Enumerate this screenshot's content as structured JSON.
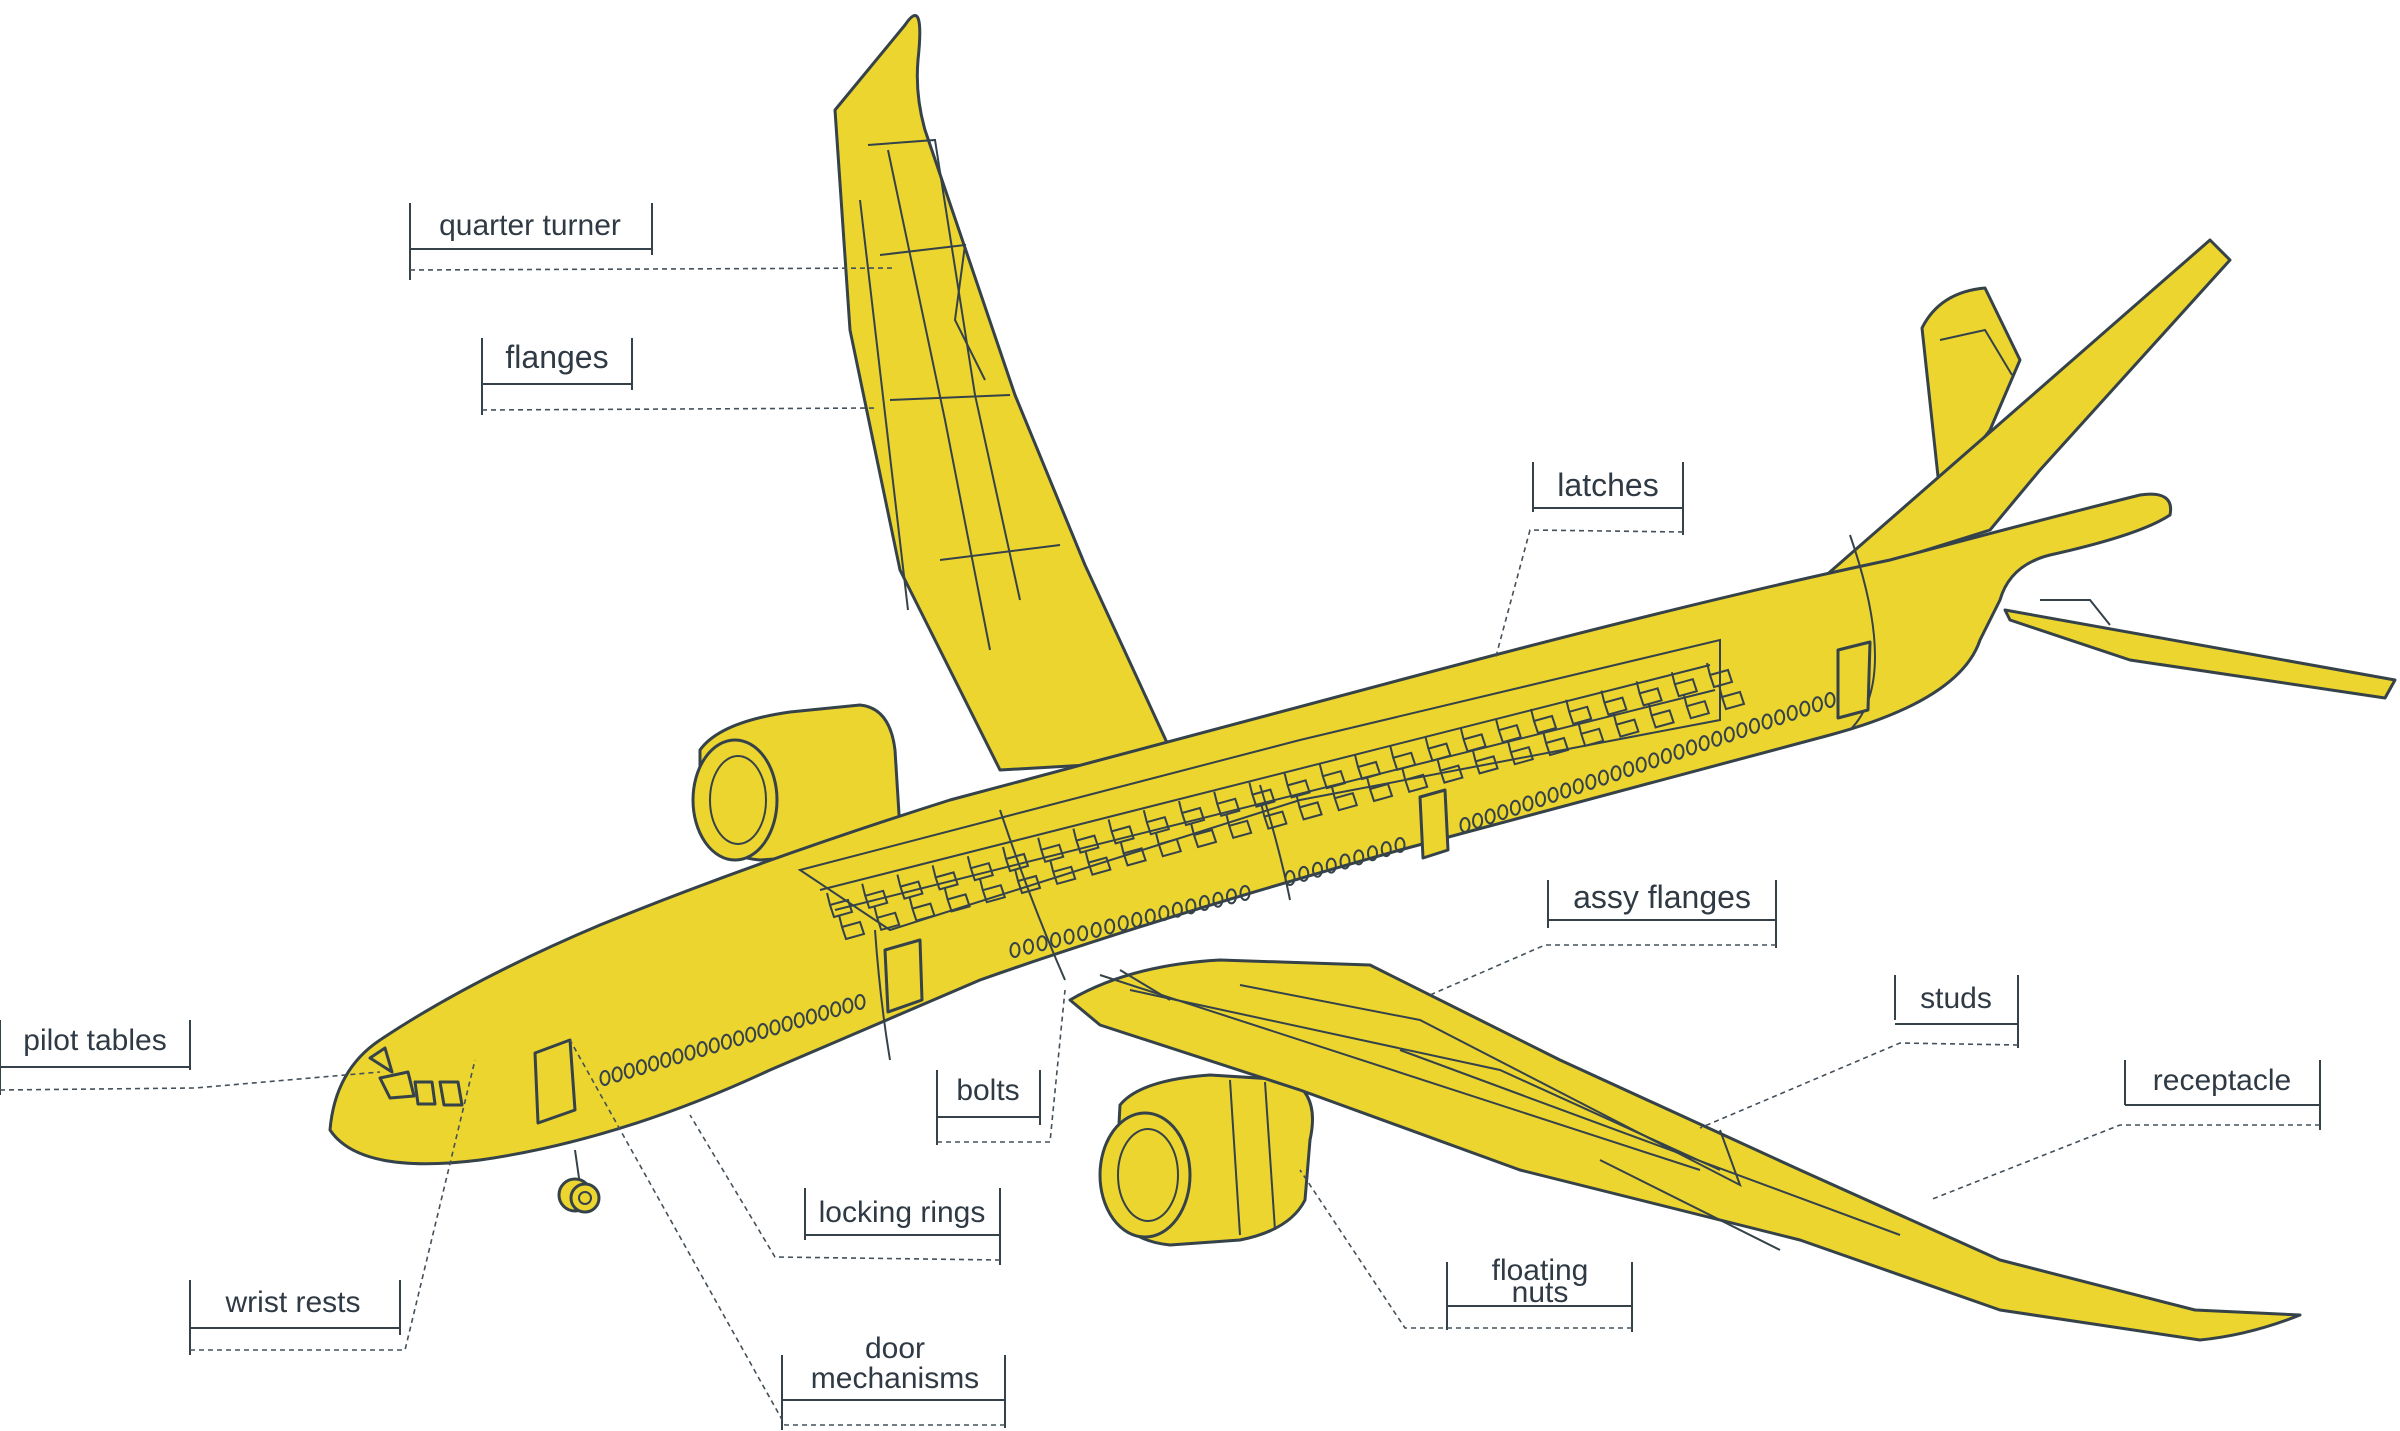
{
  "colors": {
    "body": "#ecd52e",
    "outline": "#35424a",
    "label": "#2f3a44"
  },
  "labels": {
    "quarter_turner": "quarter turner",
    "flanges": "flanges",
    "latches": "latches",
    "assy_flanges": "assy flanges",
    "studs": "studs",
    "receptacle": "receptacle",
    "pilot_tables": "pilot tables",
    "bolts": "bolts",
    "locking_rings": "locking rings",
    "wrist_rests": "wrist rests",
    "floating_nuts": [
      "floating",
      "nuts"
    ],
    "door_mechanisms": [
      "door",
      "mechanisms"
    ]
  }
}
